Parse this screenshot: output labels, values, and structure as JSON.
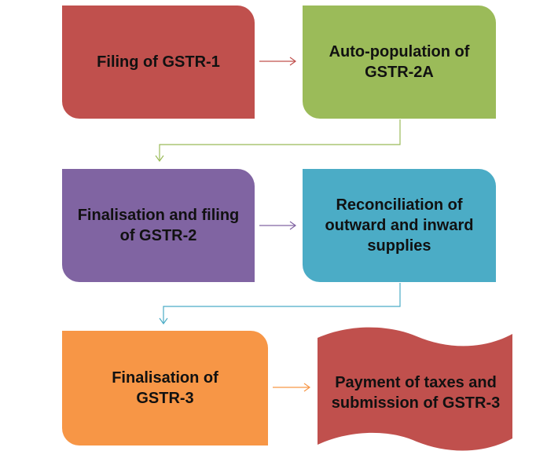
{
  "steps": [
    {
      "label": "Filing of GSTR-1",
      "color": "#C0504D"
    },
    {
      "label": "Auto-population of GSTR-2A",
      "color": "#9BBB59"
    },
    {
      "label": "Finalisation and filing of GSTR-2",
      "color": "#8064A2"
    },
    {
      "label": "Reconciliation of outward and inward supplies",
      "color": "#4BACC6"
    },
    {
      "label": "Finalisation of GSTR-3",
      "color": "#F79646"
    },
    {
      "label": "Payment of taxes and submission of GSTR-3",
      "color": "#C0504D"
    }
  ],
  "connector_colors": [
    "#C0504D",
    "#9BBB59",
    "#8064A2",
    "#4BACC6",
    "#F79646"
  ]
}
